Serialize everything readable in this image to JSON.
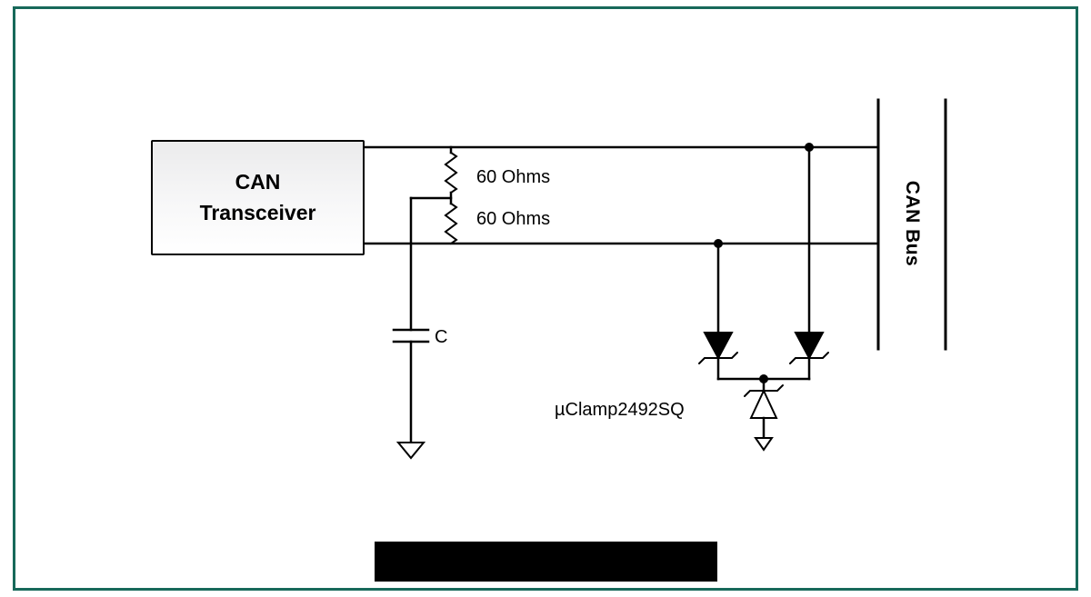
{
  "diagram": {
    "transceiver": {
      "label": "CAN\nTransceiver"
    },
    "resistors": {
      "top_label": "60 Ohms",
      "bottom_label": "60 Ohms"
    },
    "capacitor": {
      "label": "C"
    },
    "clamp": {
      "label": "µClamp2492SQ"
    },
    "bus": {
      "label": "CAN Bus"
    },
    "colors": {
      "frame_border": "#17695A",
      "wire": "#000000",
      "transceiver_fill": "#ebebec",
      "redaction": "#000000"
    }
  }
}
